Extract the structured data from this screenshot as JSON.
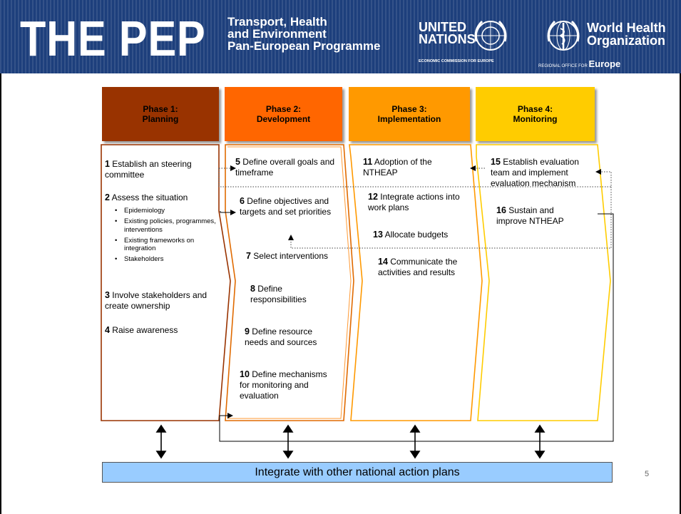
{
  "banner": {
    "title": "THE PEP",
    "subtitle_lines": [
      "Transport, Health",
      "and Environment",
      "Pan-European Programme"
    ],
    "un_lines": [
      "UNITED",
      "NATIONS"
    ],
    "un_caption": "ECONOMIC COMMISSION FOR EUROPE",
    "who_lines": [
      "World Health",
      "Organization"
    ],
    "who_caption_small": "REGIONAL OFFICE FOR",
    "who_caption_big": "Europe",
    "background_color": "#1d3f7c"
  },
  "phases": [
    {
      "line1": "Phase 1:",
      "line2": "Planning",
      "color": "#993300"
    },
    {
      "line1": "Phase 2:",
      "line2": "Development",
      "color": "#ff6600"
    },
    {
      "line1": "Phase 3:",
      "line2": "Implementation",
      "color": "#ff9900"
    },
    {
      "line1": "Phase 4:",
      "line2": "Monitoring",
      "color": "#ffcc00"
    }
  ],
  "steps": {
    "s1": {
      "num": "1",
      "text": "Establish an steering committee"
    },
    "s2": {
      "num": "2",
      "text": "Assess the situation"
    },
    "s2_bullets": [
      "Epidemiology",
      "Existing policies, programmes, interventions",
      "Existing frameworks on integration",
      "Stakeholders"
    ],
    "s3": {
      "num": "3",
      "text": "Involve stakeholders and create ownership"
    },
    "s4": {
      "num": "4",
      "text": "Raise awareness"
    },
    "s5": {
      "num": "5",
      "text": "Define overall goals and timeframe"
    },
    "s6": {
      "num": "6",
      "text": "Define objectives and targets and set priorities"
    },
    "s7": {
      "num": "7",
      "text": "Select interventions"
    },
    "s8": {
      "num": "8",
      "text": "Define responsibilities"
    },
    "s9": {
      "num": "9",
      "text": "Define resource needs and sources"
    },
    "s10": {
      "num": "10",
      "text": "Define mechanisms for monitoring and evaluation"
    },
    "s11": {
      "num": "11",
      "text": "Adoption of the NTHEAP"
    },
    "s12": {
      "num": "12",
      "text": "Integrate actions into work plans"
    },
    "s13": {
      "num": "13",
      "text": "Allocate budgets"
    },
    "s14": {
      "num": "14",
      "text": "Communicate the activities and results"
    },
    "s15": {
      "num": "15",
      "text": "Establish evaluation team and implement evaluation mechanism"
    },
    "s16": {
      "num": "16",
      "text": "Sustain and improve NTHEAP"
    }
  },
  "bottom_bar": "Integrate with other national action plans",
  "page_number": "5"
}
